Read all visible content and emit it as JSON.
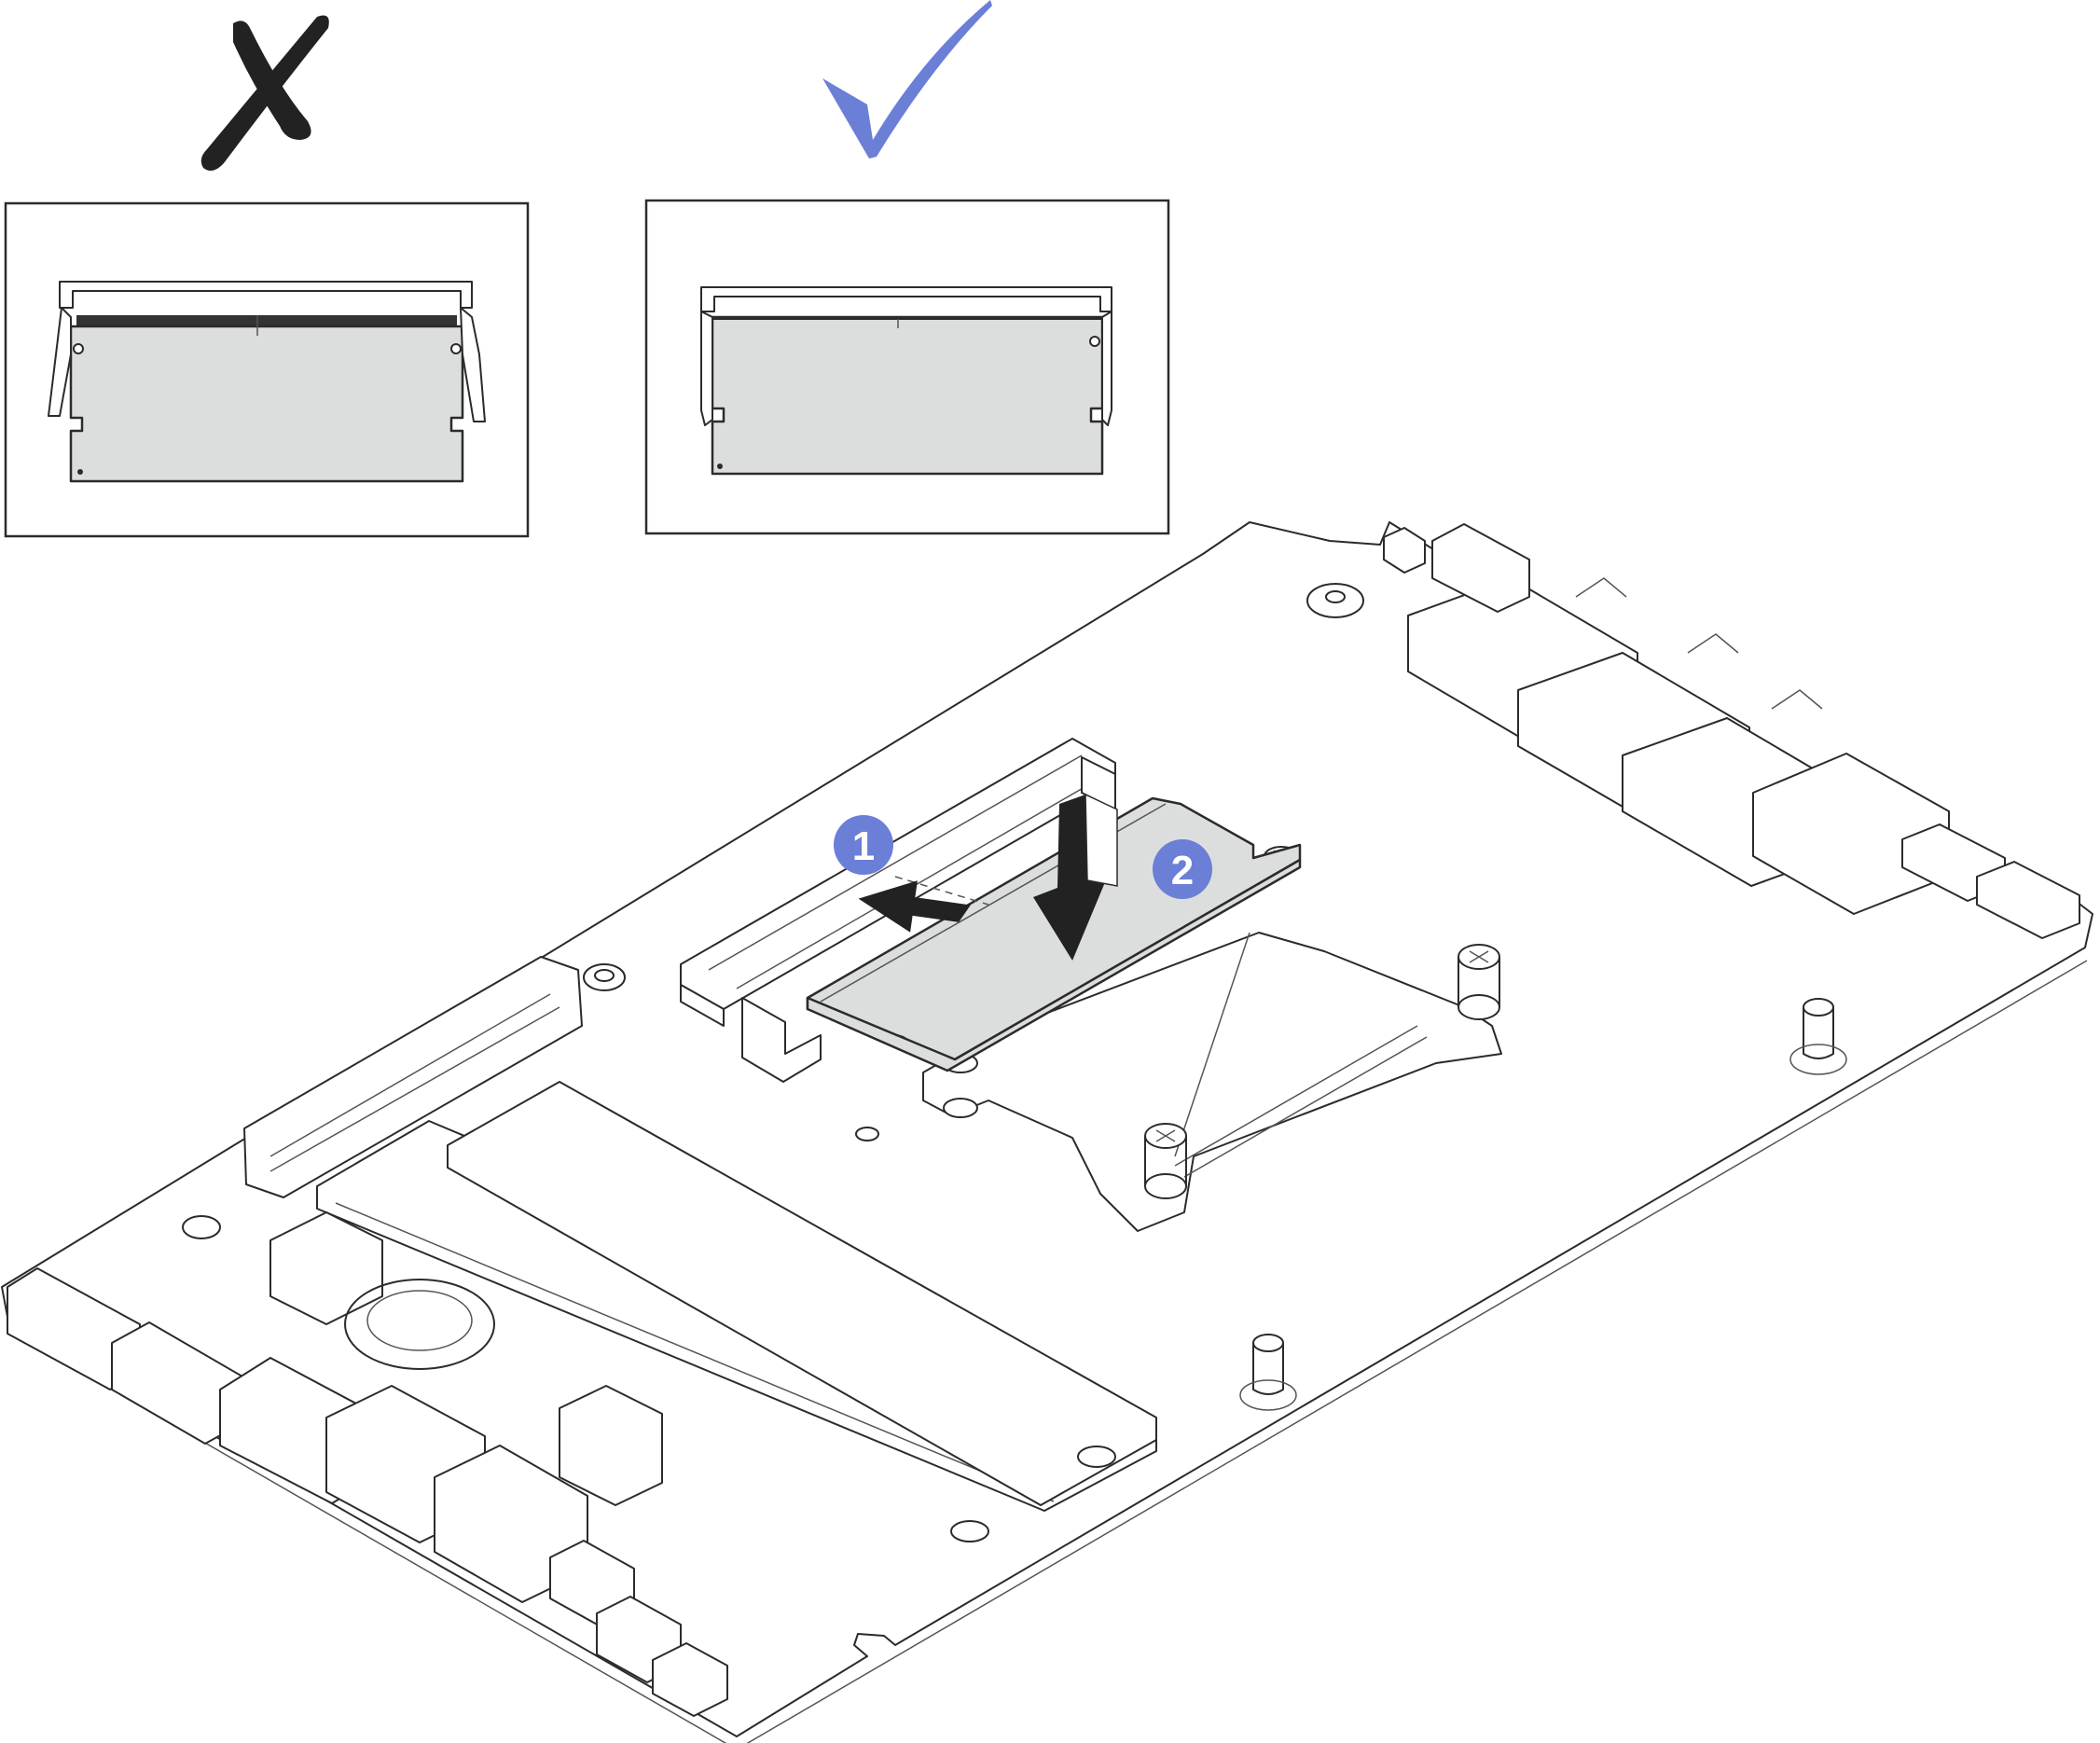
{
  "colors": {
    "accent": "#6b7fd7",
    "wrong_mark": "#222222",
    "module_fill": "#dcdedd",
    "outline": "#2b2b2b"
  },
  "marks": {
    "wrong": "cross-mark-icon",
    "correct": "check-mark-icon"
  },
  "callouts": [
    {
      "label": "1",
      "step": "slide-in"
    },
    {
      "label": "2",
      "step": "press-down"
    }
  ]
}
